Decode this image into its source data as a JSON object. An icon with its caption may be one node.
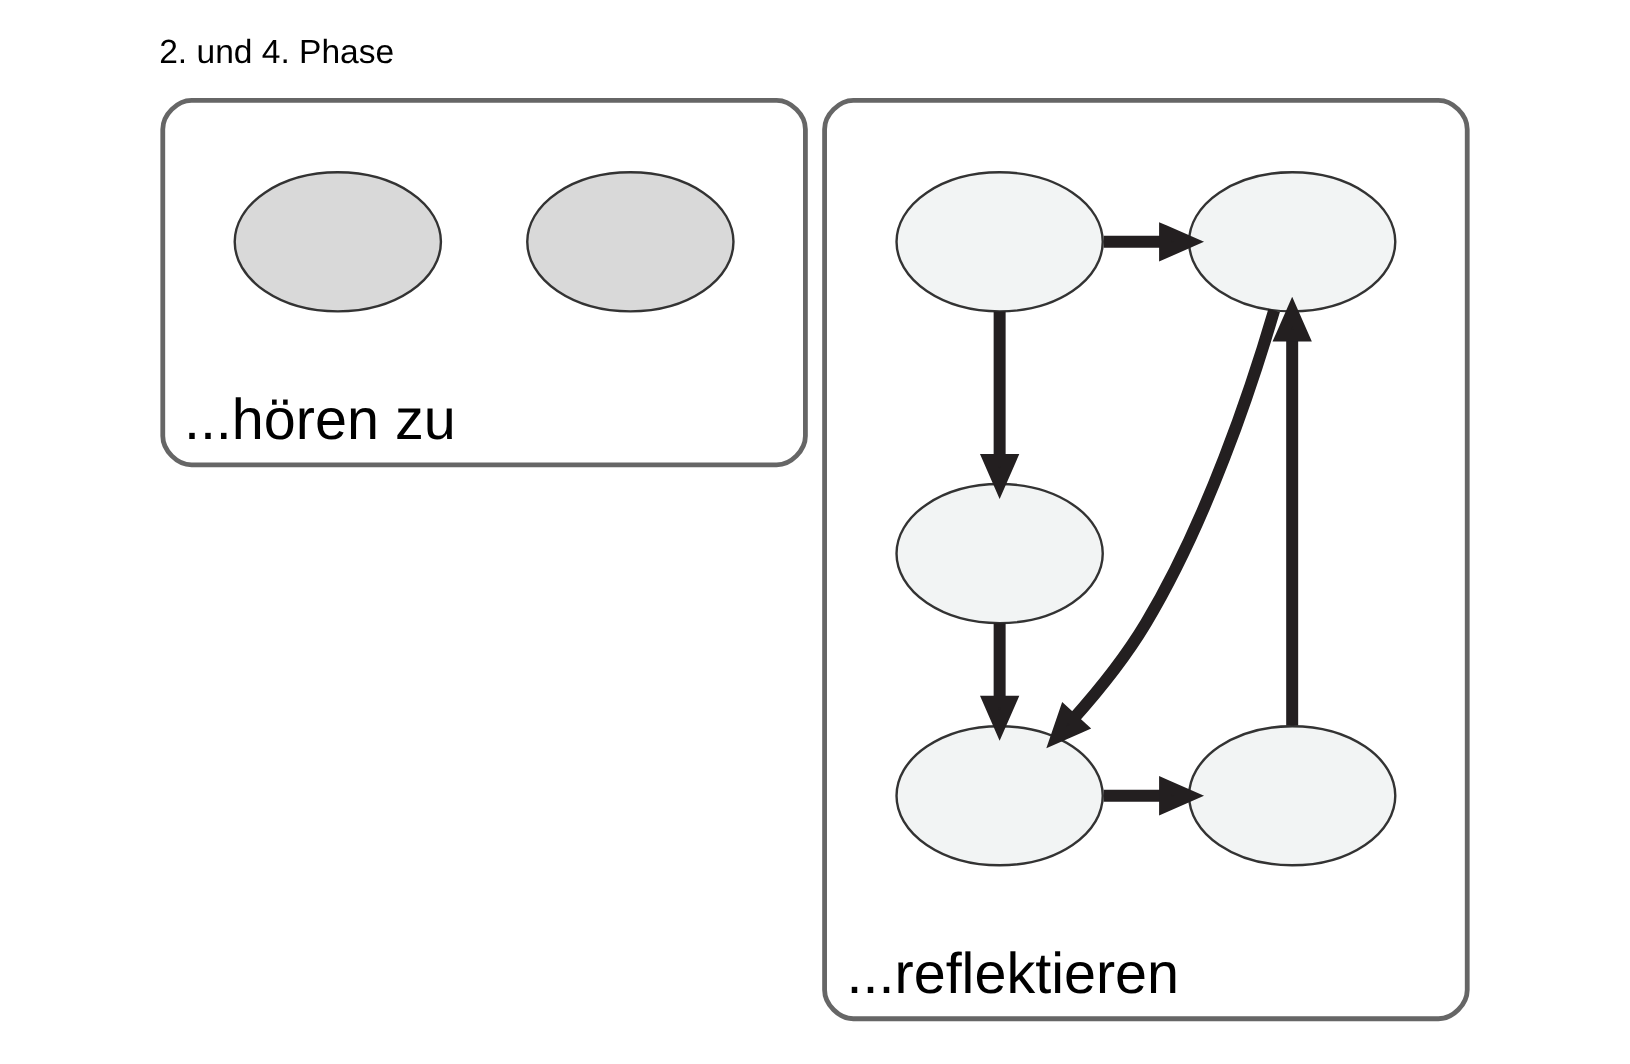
{
  "diagram": {
    "title": "2. und 4. Phase",
    "nodes": [
      {
        "text": [
          "...hören zu"
        ]
      },
      {
        "text": [],
        "shape": "ellipse",
        "in": 0
      },
      {
        "text": [],
        "shape": "ellipse",
        "in": 0
      },
      {
        "text": [
          "...reflektieren"
        ]
      },
      {
        "text": [],
        "shape": "ellipse",
        "in": 3
      },
      {
        "text": [],
        "shape": "ellipse",
        "in": 3
      },
      {
        "text": [],
        "shape": "ellipse",
        "in": 3
      },
      {
        "text": [],
        "shape": "ellipse",
        "in": 3
      },
      {
        "text": [],
        "shape": "ellipse",
        "in": 3
      }
    ],
    "edges": [
      {
        "from": 6,
        "to": 4,
        "arrow": "to"
      },
      {
        "from": 6,
        "to": 5,
        "arrow": "to"
      },
      {
        "from": 8,
        "to": 5,
        "arrow": "to"
      },
      {
        "from": 5,
        "to": 7,
        "arrow": "to"
      },
      {
        "from": 4,
        "to": 7,
        "arrow": "to"
      },
      {
        "from": 7,
        "to": 8,
        "arrow": "to"
      }
    ]
  }
}
